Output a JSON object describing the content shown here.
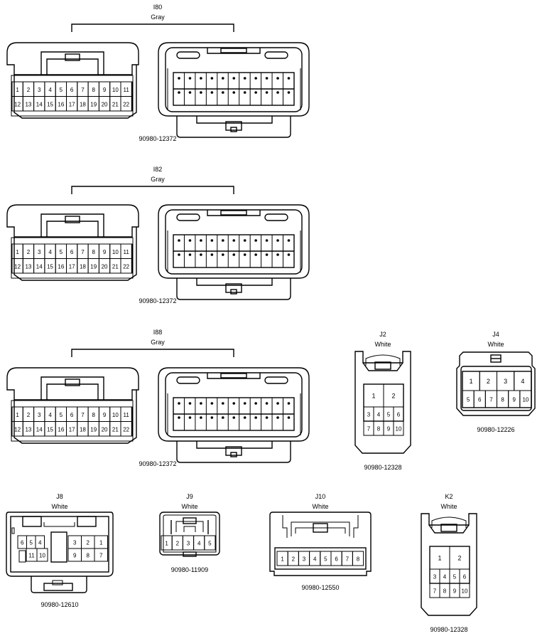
{
  "connectors": {
    "i80": {
      "code": "I80",
      "color": "Gray",
      "part": "90980-12372",
      "top_pins": [
        "1",
        "2",
        "3",
        "4",
        "5",
        "6",
        "7",
        "8",
        "9",
        "10",
        "11"
      ],
      "bottom_pins": [
        "12",
        "13",
        "14",
        "15",
        "16",
        "17",
        "18",
        "19",
        "20",
        "21",
        "22"
      ]
    },
    "i82": {
      "code": "I82",
      "color": "Gray",
      "part": "90980-12372",
      "top_pins": [
        "1",
        "2",
        "3",
        "4",
        "5",
        "6",
        "7",
        "8",
        "9",
        "10",
        "11"
      ],
      "bottom_pins": [
        "12",
        "13",
        "14",
        "15",
        "16",
        "17",
        "18",
        "19",
        "20",
        "21",
        "22"
      ]
    },
    "i88": {
      "code": "I88",
      "color": "Gray",
      "part": "90980-12372",
      "top_pins": [
        "1",
        "2",
        "3",
        "4",
        "5",
        "6",
        "7",
        "8",
        "9",
        "10",
        "11"
      ],
      "bottom_pins": [
        "12",
        "13",
        "14",
        "15",
        "16",
        "17",
        "18",
        "19",
        "20",
        "21",
        "22"
      ]
    },
    "j2": {
      "code": "J2",
      "color": "White",
      "part": "90980-12328",
      "big_pins": [
        "1",
        "2"
      ],
      "row2": [
        "3",
        "4",
        "5",
        "6"
      ],
      "row3": [
        "7",
        "8",
        "9",
        "10"
      ]
    },
    "j4": {
      "code": "J4",
      "color": "White",
      "part": "90980-12226",
      "top_pins": [
        "1",
        "2",
        "3",
        "4"
      ],
      "bottom_pins": [
        "5",
        "6",
        "7",
        "8",
        "9",
        "10"
      ]
    },
    "j8": {
      "code": "J8",
      "color": "White",
      "part": "90980-12610",
      "left_top": [
        "6",
        "5",
        "4"
      ],
      "left_bottom": [
        "11",
        "10"
      ],
      "right_top": [
        "3",
        "2",
        "1"
      ],
      "right_bottom": [
        "9",
        "8",
        "7"
      ]
    },
    "j9": {
      "code": "J9",
      "color": "White",
      "part": "90980-11909",
      "pins": [
        "1",
        "2",
        "3",
        "4",
        "5"
      ]
    },
    "j10": {
      "code": "J10",
      "color": "White",
      "part": "90980-12550",
      "pins": [
        "1",
        "2",
        "3",
        "4",
        "5",
        "6",
        "7",
        "8"
      ]
    },
    "k2": {
      "code": "K2",
      "color": "White",
      "part": "90980-12328",
      "big_pins": [
        "1",
        "2"
      ],
      "row2": [
        "3",
        "4",
        "5",
        "6"
      ],
      "row3": [
        "7",
        "8",
        "9",
        "10"
      ]
    }
  }
}
